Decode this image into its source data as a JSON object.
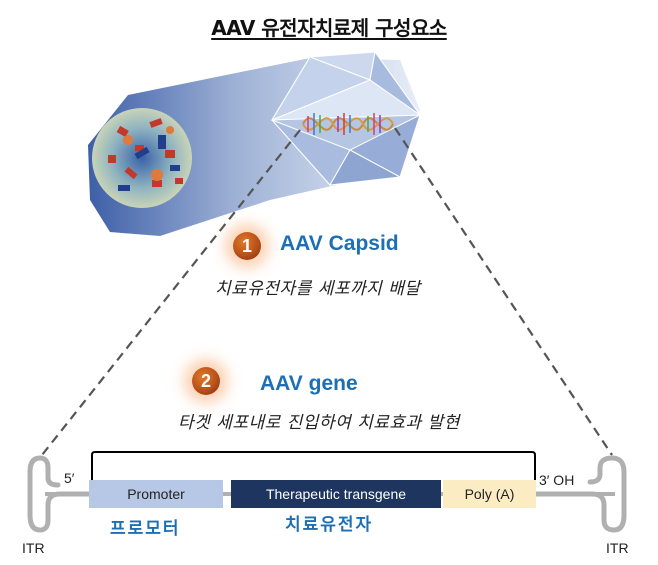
{
  "title": "AAV 유전자치료제 구성요소",
  "capsid": {
    "number": "1",
    "heading": "AAV Capsid",
    "description": "치료유전자를 세포까지 배달"
  },
  "gene": {
    "number": "2",
    "heading": "AAV gene",
    "description": "타겟 세포내로 진입하여 치료효과 발현"
  },
  "construct": {
    "five_prime": "5′",
    "three_prime": "3′ OH",
    "itr_left": "ITR",
    "itr_right": "ITR",
    "blocks": [
      {
        "label": "Promoter",
        "korean": "프로모터",
        "color": "#b6c8e6"
      },
      {
        "label": "Therapeutic transgene",
        "korean": "치료유전자",
        "color": "#1e3560"
      },
      {
        "label": "Poly (A)",
        "korean": "",
        "color": "#fbecc4"
      }
    ]
  },
  "colors": {
    "accent_blue": "#1d6fb5",
    "badge_orange": "#b8501a",
    "dash_gray": "#555555",
    "itr_gray": "#b0b0b0"
  }
}
